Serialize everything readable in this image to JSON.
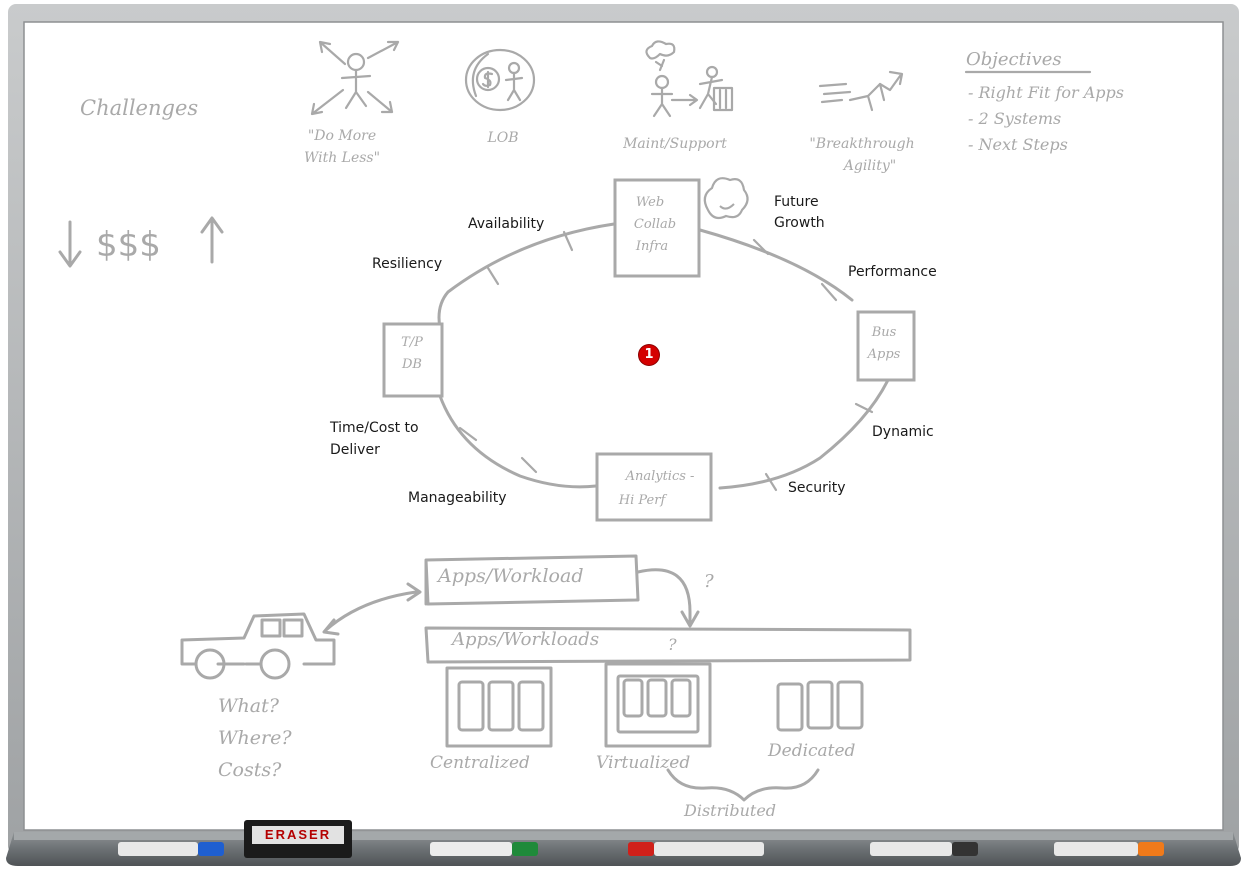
{
  "board": {
    "challenges_label": "Challenges",
    "cost_symbol": "$$$",
    "challenges": {
      "do_more": [
        "\"Do More",
        "With Less\""
      ],
      "lob": "LOB",
      "maint": "Maint/Support",
      "agility": [
        "\"Breakthrough",
        "Agility\""
      ]
    },
    "objectives": {
      "title": "Objectives",
      "items": [
        "- Right Fit for Apps",
        "- 2 Systems",
        "- Next Steps"
      ]
    }
  },
  "cycle": {
    "nodes": {
      "web": [
        "Web",
        "Collab",
        "Infra"
      ],
      "bus": [
        "Bus",
        "Apps"
      ],
      "analytics": [
        "Analytics -",
        "Hi Perf"
      ],
      "tp": [
        "T/P",
        "DB"
      ]
    },
    "attributes": {
      "availability": "Availability",
      "future_growth": [
        "Future",
        "Growth"
      ],
      "resiliency": "Resiliency",
      "performance": "Performance",
      "dynamic": "Dynamic",
      "security": "Security",
      "time_cost": [
        "Time/Cost to",
        "Deliver"
      ],
      "manageability": "Manageability"
    },
    "hotspot_label": "1"
  },
  "bottom": {
    "apps_workload": "Apps/Workload",
    "apps_workloads": "Apps/Workloads",
    "question_1": "?",
    "question_2": "?",
    "what": "What?",
    "where": "Where?",
    "costs": "Costs?",
    "centralized": "Centralized",
    "virtualized": "Virtualized",
    "dedicated": "Dedicated",
    "distributed": "Distributed"
  },
  "tray": {
    "eraser_label": "ERASER",
    "marker_colors": [
      "#1f5fd0",
      "#1f8a3a",
      "#d0201a",
      "#333333",
      "#f07a1a"
    ]
  }
}
